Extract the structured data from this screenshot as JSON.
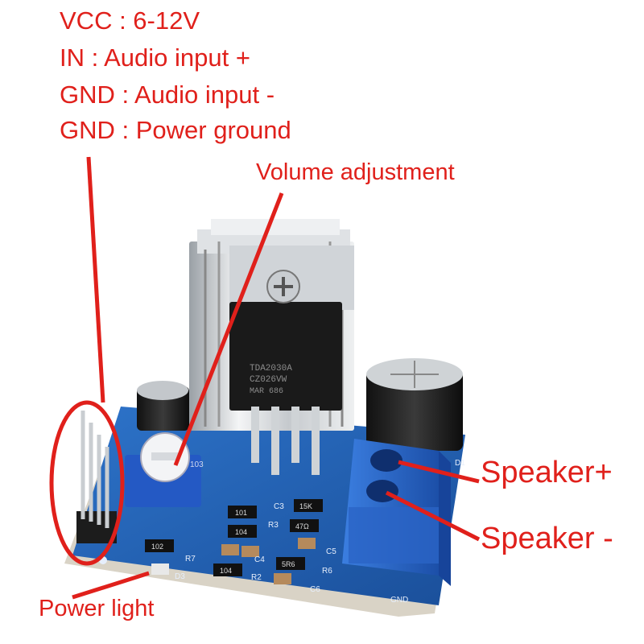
{
  "pin_legend": [
    "VCC : 6-12V",
    "IN : Audio input +",
    "GND : Audio input -",
    "GND : Power ground"
  ],
  "callouts": {
    "volume": "Volume adjustment",
    "speaker_plus": "Speaker+",
    "speaker_minus": "Speaker -",
    "power_light": "Power light"
  },
  "chip": {
    "line1": "TDA2030A",
    "line2": "CZ026VW",
    "line3": "MAR 686"
  },
  "silkscreen": {
    "R7": "R7",
    "D3": "D3",
    "C3": "C3",
    "R3": "R3",
    "C4": "C4",
    "R2": "R2",
    "R6": "R6",
    "C6": "C6",
    "C5": "C5",
    "GND": "GND",
    "D1": "D1"
  },
  "smd_codes": {
    "r1": "102",
    "r2": "101",
    "r3": "104",
    "r4": "104",
    "r5": "15K",
    "r6": "47Ω",
    "r7": "5R6",
    "pot": "103"
  },
  "colors": {
    "annotation": "#e0201b",
    "pcb": "#1f5fb3",
    "terminal": "#2a64c6"
  }
}
